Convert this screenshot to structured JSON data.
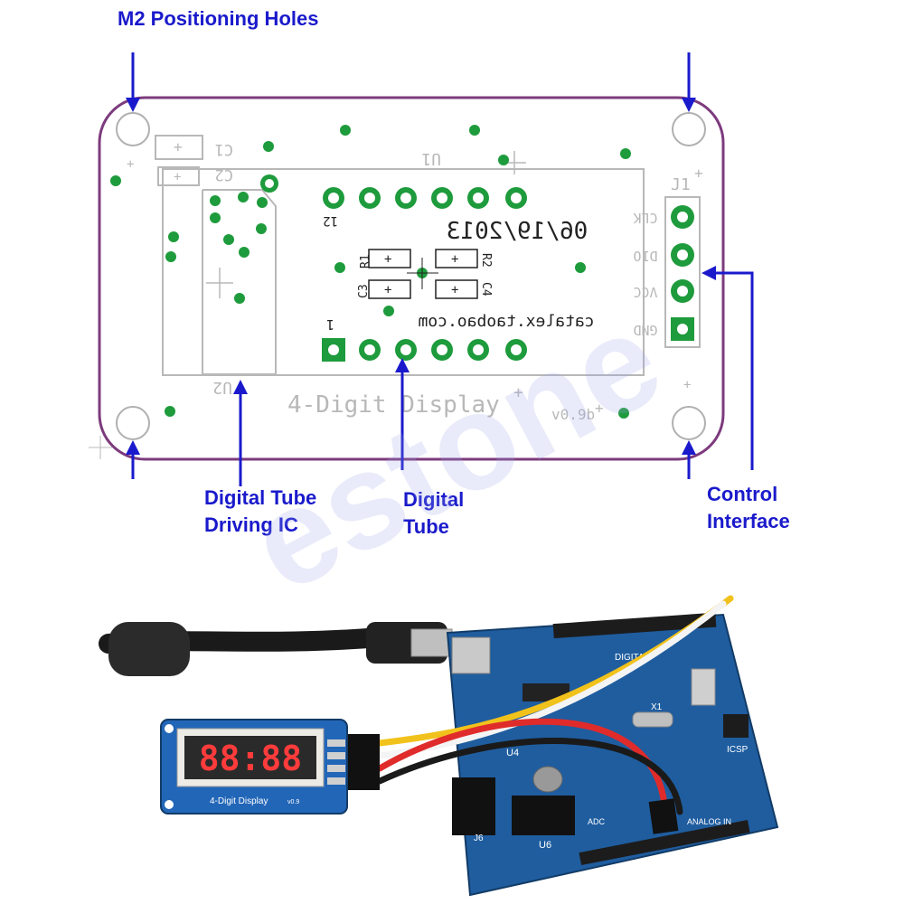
{
  "title": "M2 Positioning Holes",
  "callouts": {
    "driver_ic_line1": "Digital Tube",
    "driver_ic_line2": "Driving IC",
    "tube_line1": "Digital",
    "tube_line2": "Tube",
    "control_line1": "Control",
    "control_line2": "Interface"
  },
  "pcb": {
    "date": "06/19/2013",
    "website": "catalex.taobao.com",
    "board_name": "4-Digit Display",
    "version": "v0.9b",
    "connector_ref": "J1",
    "ic_ref": "U2",
    "tube_ref": "U1",
    "cap_refs": [
      "C1",
      "C2",
      "C3",
      "C4"
    ],
    "resistor_refs": [
      "R1",
      "R2"
    ],
    "pin1_mark": "1",
    "pin12_mark": "12",
    "pins": [
      "CLK",
      "DIO",
      "VCC",
      "GND"
    ]
  },
  "photo": {
    "display_digits": "88:88",
    "module_label": "4-Digit Display",
    "module_version": "v0.9",
    "arduino_labels": [
      "DIGITAL",
      "ICSP",
      "U4",
      "U6",
      "J6",
      "X1",
      "ANALOG IN",
      "ADC"
    ]
  },
  "watermark": "estone"
}
